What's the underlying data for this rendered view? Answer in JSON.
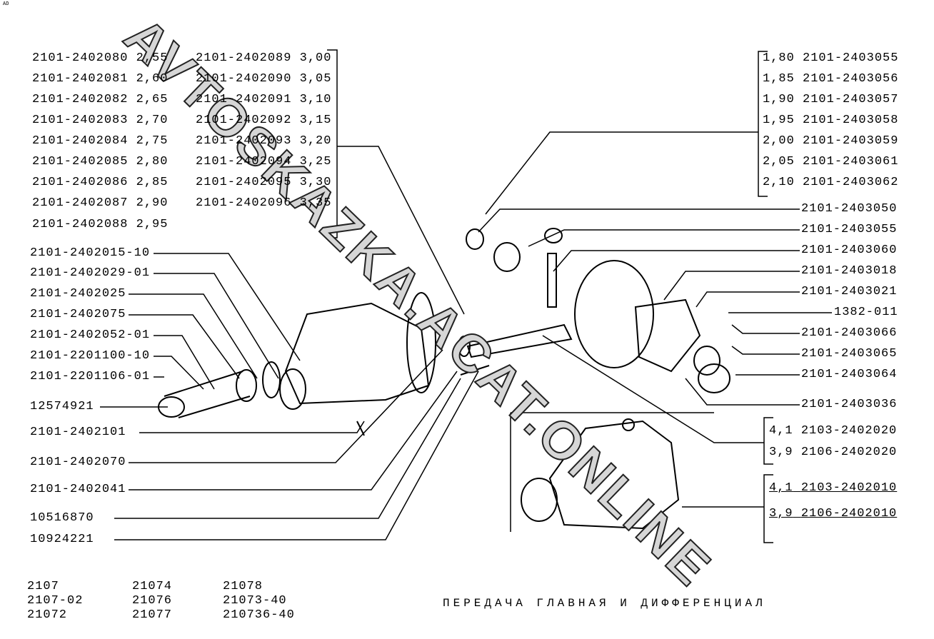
{
  "corner_mark": "AD",
  "watermark": "AVTOSKAZKA.ACAT.ONLINE",
  "shim_table_left": [
    [
      "2101-2402080",
      "2,55"
    ],
    [
      "2101-2402081",
      "2,60"
    ],
    [
      "2101-2402082",
      "2,65"
    ],
    [
      "2101-2402083",
      "2,70"
    ],
    [
      "2101-2402084",
      "2,75"
    ],
    [
      "2101-2402085",
      "2,80"
    ],
    [
      "2101-2402086",
      "2,85"
    ],
    [
      "2101-2402087",
      "2,90"
    ],
    [
      "2101-2402088",
      "2,95"
    ]
  ],
  "shim_table_right": [
    [
      "2101-2402089",
      "3,00"
    ],
    [
      "2101-2402090",
      "3,05"
    ],
    [
      "2101-2402091",
      "3,10"
    ],
    [
      "2101-2402092",
      "3,15"
    ],
    [
      "2101-2402093",
      "3,20"
    ],
    [
      "2101-2402094",
      "3,25"
    ],
    [
      "2101-2402095",
      "3,30"
    ],
    [
      "2101-2402096",
      "3,35"
    ]
  ],
  "left_labels": [
    "2101-2402015-10",
    "2101-2402029-01",
    "2101-2402025",
    "2101-2402075",
    "2101-2402052-01",
    "2101-2201100-10",
    "2101-2201106-01",
    "12574921",
    "2101-2402101",
    "2101-2402070",
    "2101-2402041",
    "10516870",
    "10924221"
  ],
  "washer_table": [
    [
      "1,80",
      "2101-2403055"
    ],
    [
      "1,85",
      "2101-2403056"
    ],
    [
      "1,90",
      "2101-2403057"
    ],
    [
      "1,95",
      "2101-2403058"
    ],
    [
      "2,00",
      "2101-2403059"
    ],
    [
      "2,05",
      "2101-2403061"
    ],
    [
      "2,10",
      "2101-2403062"
    ]
  ],
  "right_labels": [
    "2101-2403050",
    "2101-2403055",
    "2101-2403060",
    "2101-2403018",
    "2101-2403021",
    "1382-011",
    "2101-2403066",
    "2101-2403065",
    "2101-2403064",
    "2101-2403036"
  ],
  "assembly_table_1": [
    [
      "4,1",
      "2103-2402020"
    ],
    [
      "3,9",
      "2106-2402020"
    ]
  ],
  "assembly_table_2": [
    [
      "4,1",
      "2103-2402010"
    ],
    [
      "3,9",
      "2106-2402010"
    ]
  ],
  "models": [
    [
      "2107",
      "2107-02",
      "21072"
    ],
    [
      "21074",
      "21076",
      "21077"
    ],
    [
      "21078",
      "21073-40",
      "210736-40"
    ]
  ],
  "title": "ПЕРЕДАЧА  ГЛАВНАЯ  И  ДИФФЕРЕНЦИАЛ"
}
